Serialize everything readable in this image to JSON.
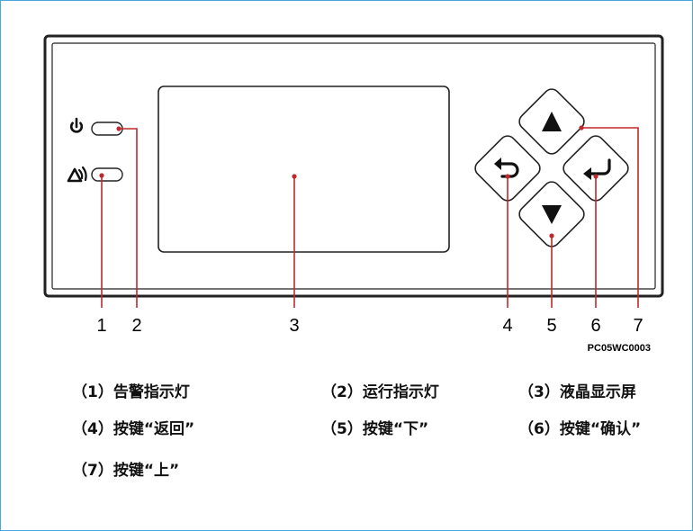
{
  "callouts": [
    "1",
    "2",
    "3",
    "4",
    "5",
    "6",
    "7"
  ],
  "figure_code": "PC05WC0003",
  "legend": [
    "（1）告警指示灯",
    "（2）运行指示灯",
    "（3）液晶显示屏",
    "（4）按键“返回”",
    "（5）按键“下”",
    "（6）按键“确认”",
    "（7）按键“上”"
  ],
  "colors": {
    "leader_line": "#c0282d",
    "frame_border": "#4aa8d8",
    "outline": "#222222"
  },
  "icons": {
    "indicator_1": "alarm-icon",
    "indicator_2": "power-icon",
    "key_4": "return-arrow-icon",
    "key_5": "triangle-down-icon",
    "key_6": "enter-arrow-icon",
    "key_7": "triangle-up-icon"
  }
}
